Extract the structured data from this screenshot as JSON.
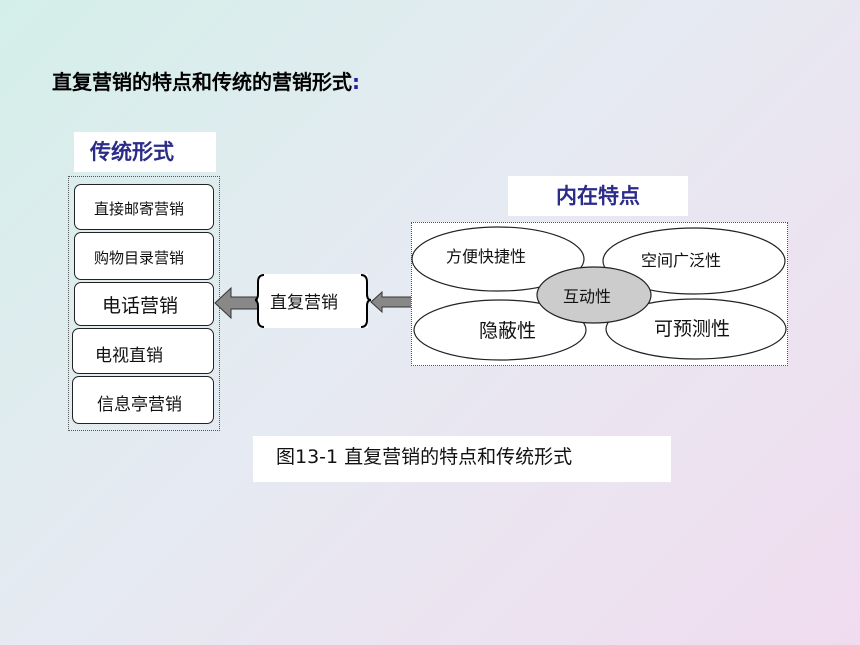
{
  "heading": {
    "text": "直复营销的特点和传统的营销形式",
    "colon": ":"
  },
  "traditional": {
    "label": "传统形式",
    "items": [
      "直接邮寄营销",
      "购物目录营销",
      "电话营销",
      "电视直销",
      "信息亭营销"
    ]
  },
  "center": {
    "label": "直复营销"
  },
  "inner": {
    "label": "内在特点",
    "traits": [
      "方便快捷性",
      "空间广泛性",
      "互动性",
      "隐蔽性",
      "可预测性"
    ]
  },
  "caption": "图13-1  直复营销的特点和传统形式",
  "colors": {
    "title_blue": "#2b2b8a",
    "arrow_gray": "#888888",
    "overlap_fill": "#cccccc"
  }
}
